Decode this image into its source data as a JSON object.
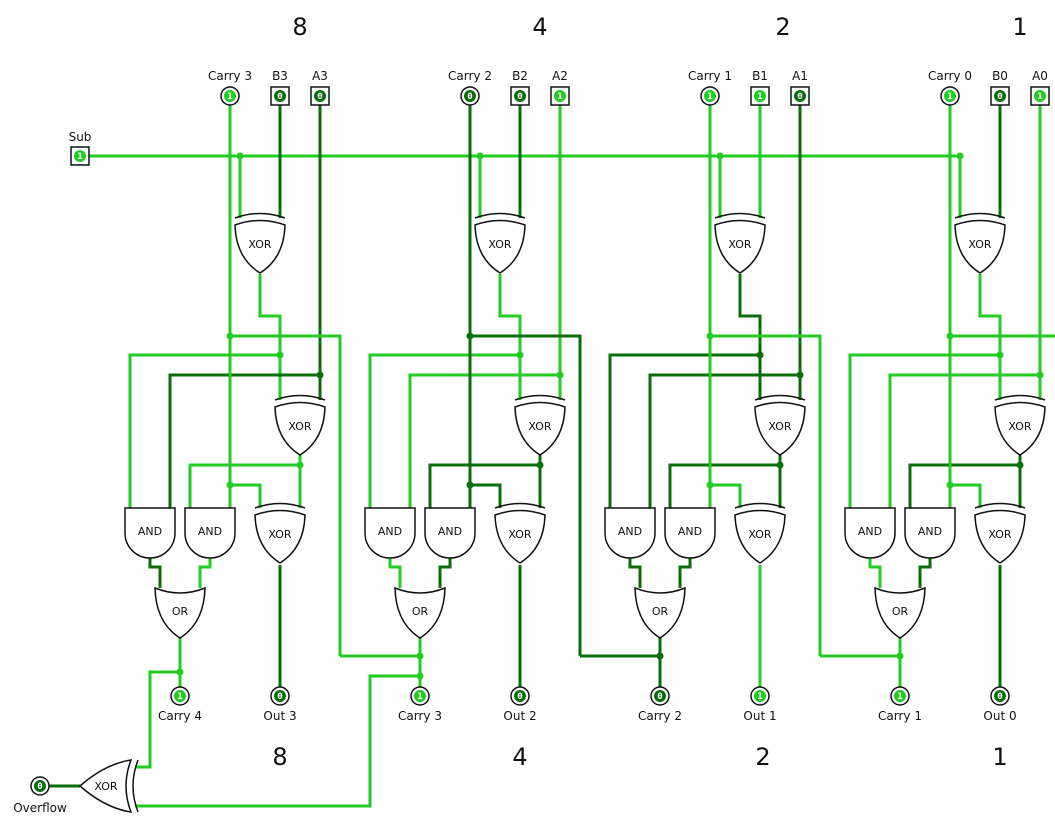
{
  "colors": {
    "high": "#22cc22",
    "low": "#0a6e0a",
    "gate_stroke": "#111111",
    "background": "#ffffff"
  },
  "column_weights_top": [
    "8",
    "4",
    "2",
    "1"
  ],
  "column_weights_bottom": [
    "8",
    "4",
    "2",
    "1"
  ],
  "sub_input": {
    "label": "Sub",
    "value": "1"
  },
  "inputs": [
    {
      "carry_label": "Carry 3",
      "carry_value": "1",
      "b_label": "B3",
      "b_value": "0",
      "a_label": "A3",
      "a_value": "0"
    },
    {
      "carry_label": "Carry 2",
      "carry_value": "0",
      "b_label": "B2",
      "b_value": "0",
      "a_label": "A2",
      "a_value": "1"
    },
    {
      "carry_label": "Carry 1",
      "carry_value": "1",
      "b_label": "B1",
      "b_value": "1",
      "a_label": "A1",
      "a_value": "0"
    },
    {
      "carry_label": "Carry 0",
      "carry_value": "1",
      "b_label": "B0",
      "b_value": "0",
      "a_label": "A0",
      "a_value": "1"
    }
  ],
  "outputs": [
    {
      "carry_label": "Carry 4",
      "carry_value": "1",
      "out_label": "Out 3",
      "out_value": "0"
    },
    {
      "carry_label": "Carry 3",
      "carry_value": "1",
      "out_label": "Out 2",
      "out_value": "0"
    },
    {
      "carry_label": "Carry 2",
      "carry_value": "0",
      "out_label": "Out 1",
      "out_value": "1"
    },
    {
      "carry_label": "Carry 1",
      "carry_value": "1",
      "out_label": "Out 0",
      "out_value": "0"
    }
  ],
  "gate_labels": {
    "xor": "XOR",
    "and": "AND",
    "or": "OR"
  },
  "overflow": {
    "label": "Overflow",
    "value": "0"
  }
}
